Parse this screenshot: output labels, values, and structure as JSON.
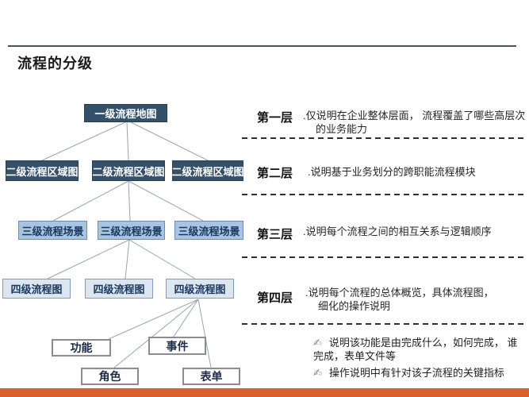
{
  "title": "流程的分级",
  "tree": {
    "level1": "一级流程地图",
    "level2": [
      "二级流程区域图",
      "二级流程区域图",
      "二级流程区域图"
    ],
    "level3": [
      "三级流程场景",
      "三级流程场景",
      "三级流程场景"
    ],
    "level4": [
      "四级流程图",
      "四级流程图",
      "四级流程图"
    ],
    "leaves": [
      "功能",
      "事件",
      "角色",
      "表单"
    ]
  },
  "levels": [
    {
      "label": "第一层",
      "desc": ".仅说明在企业整体层面，  流程覆盖了哪些高层次的业务能力"
    },
    {
      "label": "第二层",
      "desc": ".说明基于业务划分的跨职能流程模块"
    },
    {
      "label": "第三层",
      "desc": ".说明每个流程之间的相互关系与逻辑顺序"
    },
    {
      "label": "第四层",
      "desc": ".说明每个流程的总体概览，具体流程图，细化的操作说明"
    }
  ],
  "bullets": [
    {
      "icon": "writing-hand",
      "glyph": "✍",
      "text": "说明该功能是由完成什么，如何完成， 谁完成，表单文件等"
    },
    {
      "icon": "writing-hand",
      "glyph": "✍",
      "text": "操作说明中有针对该子流程的关键指标"
    }
  ],
  "colors": {
    "footer_bar": "#DC5F30",
    "box_dark": "#34506B",
    "box_mid": "#A9C4DF",
    "box_light": "#DCE6F1",
    "navy_text": "#17375E",
    "top_rule": "#44546A"
  }
}
